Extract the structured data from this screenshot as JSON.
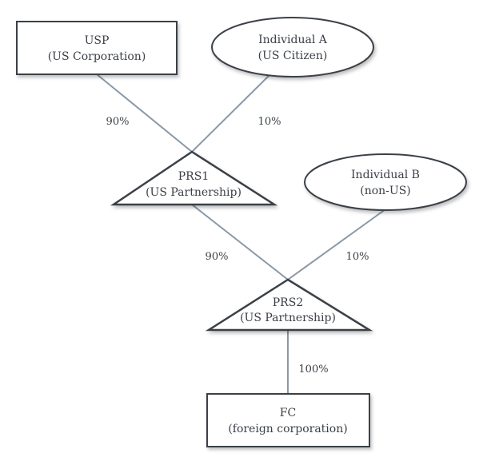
{
  "nodes": {
    "usp": {
      "line1": "USP",
      "line2": "(US Corporation)"
    },
    "individual_a": {
      "line1": "Individual A",
      "line2": "(US Citizen)"
    },
    "prs1": {
      "line1": "PRS1",
      "line2": "(US Partnership)"
    },
    "individual_b": {
      "line1": "Individual B",
      "line2": "(non-US)"
    },
    "prs2": {
      "line1": "PRS2",
      "line2": "(US Partnership)"
    },
    "fc": {
      "line1": "FC",
      "line2": "(foreign corporation)"
    }
  },
  "edges": {
    "usp_prs1": "90%",
    "indA_prs1": "10%",
    "prs1_prs2": "90%",
    "indB_prs2": "10%",
    "prs2_fc": "100%"
  },
  "colors": {
    "box_stroke": "#3a3f46",
    "connector": "#8a98a6",
    "text": "#3a3f46"
  }
}
